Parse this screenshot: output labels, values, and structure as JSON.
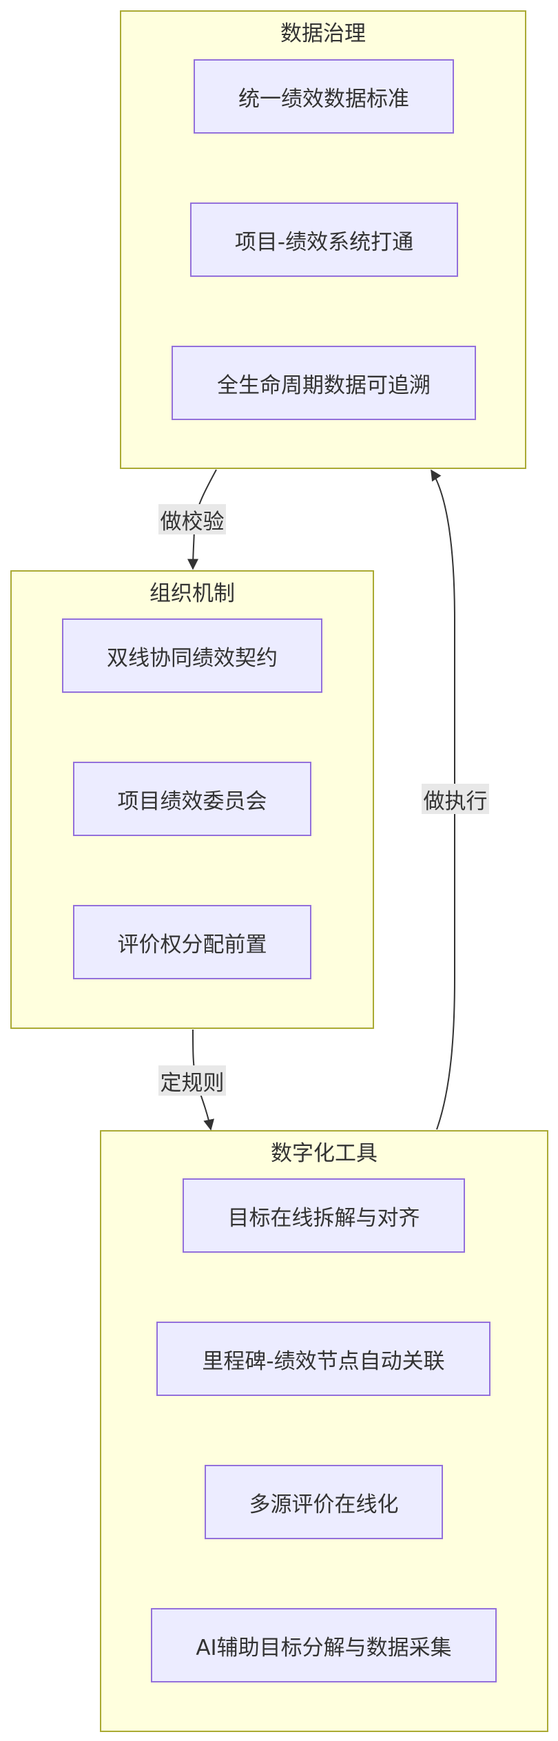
{
  "clusters": {
    "governance": {
      "title": "数据治理",
      "nodes": [
        "统一绩效数据标准",
        "项目-绩效系统打通",
        "全生命周期数据可追溯"
      ]
    },
    "organization": {
      "title": "组织机制",
      "nodes": [
        "双线协同绩效契约",
        "项目绩效委员会",
        "评价权分配前置"
      ]
    },
    "digital_tools": {
      "title": "数字化工具",
      "nodes": [
        "目标在线拆解与对齐",
        "里程碑-绩效节点自动关联",
        "多源评价在线化",
        "AI辅助目标分解与数据采集"
      ]
    }
  },
  "edges": [
    {
      "from": "数据治理",
      "to": "组织机制",
      "label": "做校验"
    },
    {
      "from": "组织机制",
      "to": "数字化工具",
      "label": "定规则"
    },
    {
      "from": "数字化工具",
      "to": "数据治理",
      "label": "做执行"
    }
  ],
  "colors": {
    "cluster_fill": "#ffffde",
    "cluster_border": "#aaaa33",
    "node_fill": "#ececff",
    "node_border": "#9370db",
    "edge_line": "#333333",
    "edge_label_bg": "#e8e8e8",
    "text": "#333333"
  }
}
